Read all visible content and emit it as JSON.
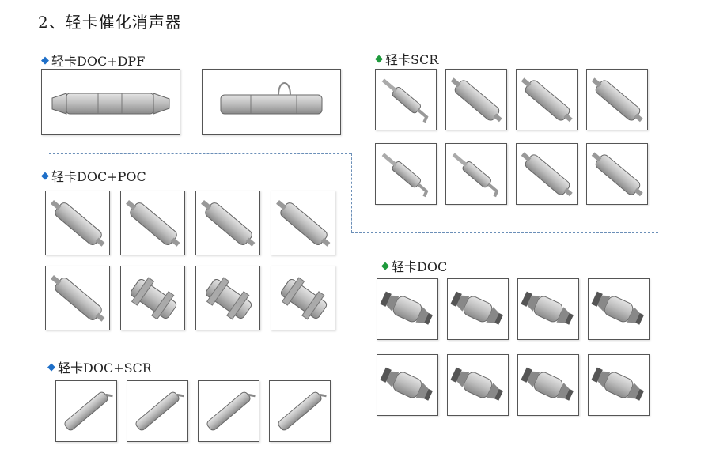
{
  "page_title": "2、轻卡催化消声器",
  "colors": {
    "diamond_blue": "#1e6fc8",
    "diamond_green": "#1e9a3c",
    "steel_light": "#e4e4e4",
    "steel_dark": "#8a8a8a",
    "divider": "#6b8fb8"
  },
  "sections": [
    {
      "id": "doc-dpf",
      "diamond": "blue",
      "title": "轻卡DOC+DPF",
      "count": 2
    },
    {
      "id": "doc-poc",
      "diamond": "blue",
      "title": "轻卡DOC+POC",
      "count": 8
    },
    {
      "id": "doc-scr",
      "diamond": "blue",
      "title": "轻卡DOC+SCR",
      "count": 4
    },
    {
      "id": "scr",
      "diamond": "green",
      "title": "轻卡SCR",
      "count": 8
    },
    {
      "id": "doc",
      "diamond": "green",
      "title": "轻卡DOC",
      "count": 8
    }
  ],
  "icons": {
    "section_marker": "diamond-icon",
    "product": "muffler-photo"
  }
}
